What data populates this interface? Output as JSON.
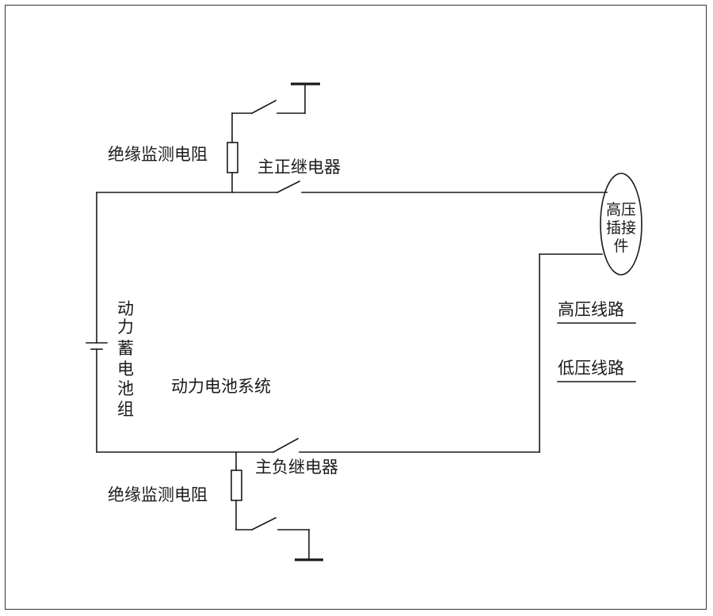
{
  "labels": {
    "insulation_resistor_top": "绝缘监测电阻",
    "main_positive_relay": "主正继电器",
    "connector_line1": "高压",
    "connector_line2": "插接",
    "connector_line3": "件",
    "battery_pack_chars": [
      "动",
      "力",
      "蓄",
      "电",
      "池",
      "组"
    ],
    "battery_system": "动力电池系统",
    "legend_high_voltage": "高压线路",
    "legend_low_voltage": "低压线路",
    "main_negative_relay": "主负继电器",
    "insulation_resistor_bottom": "绝缘监测电阻"
  }
}
